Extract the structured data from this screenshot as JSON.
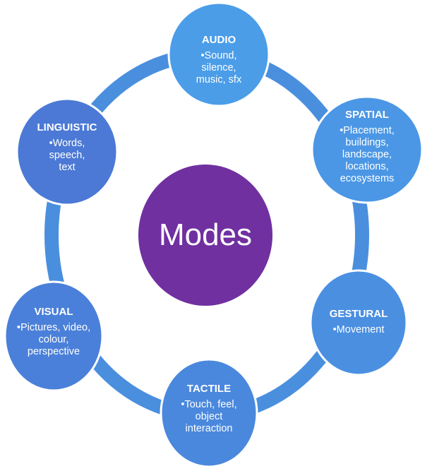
{
  "center": {
    "label": "Modes",
    "color": "#7030a0"
  },
  "ring_color": "#4a8fde",
  "nodes": [
    {
      "title": "AUDIO",
      "desc": "•Sound, silence, music, sfx",
      "color": "#4b9de8"
    },
    {
      "title": "SPATIAL",
      "desc": "•Placement, buildings, landscape, locations, ecosystems",
      "color": "#4b97e5"
    },
    {
      "title": "GESTURAL",
      "desc": "•Movement",
      "color": "#4b8fe1"
    },
    {
      "title": "TACTILE",
      "desc": "•Touch, feel, object interaction",
      "color": "#4a88dd"
    },
    {
      "title": "VISUAL",
      "desc": "•Pictures, video, colour, perspective",
      "color": "#4a80d9"
    },
    {
      "title": "LINGUISTIC",
      "desc": "•Words, speech, text",
      "color": "#4b79d5"
    }
  ]
}
